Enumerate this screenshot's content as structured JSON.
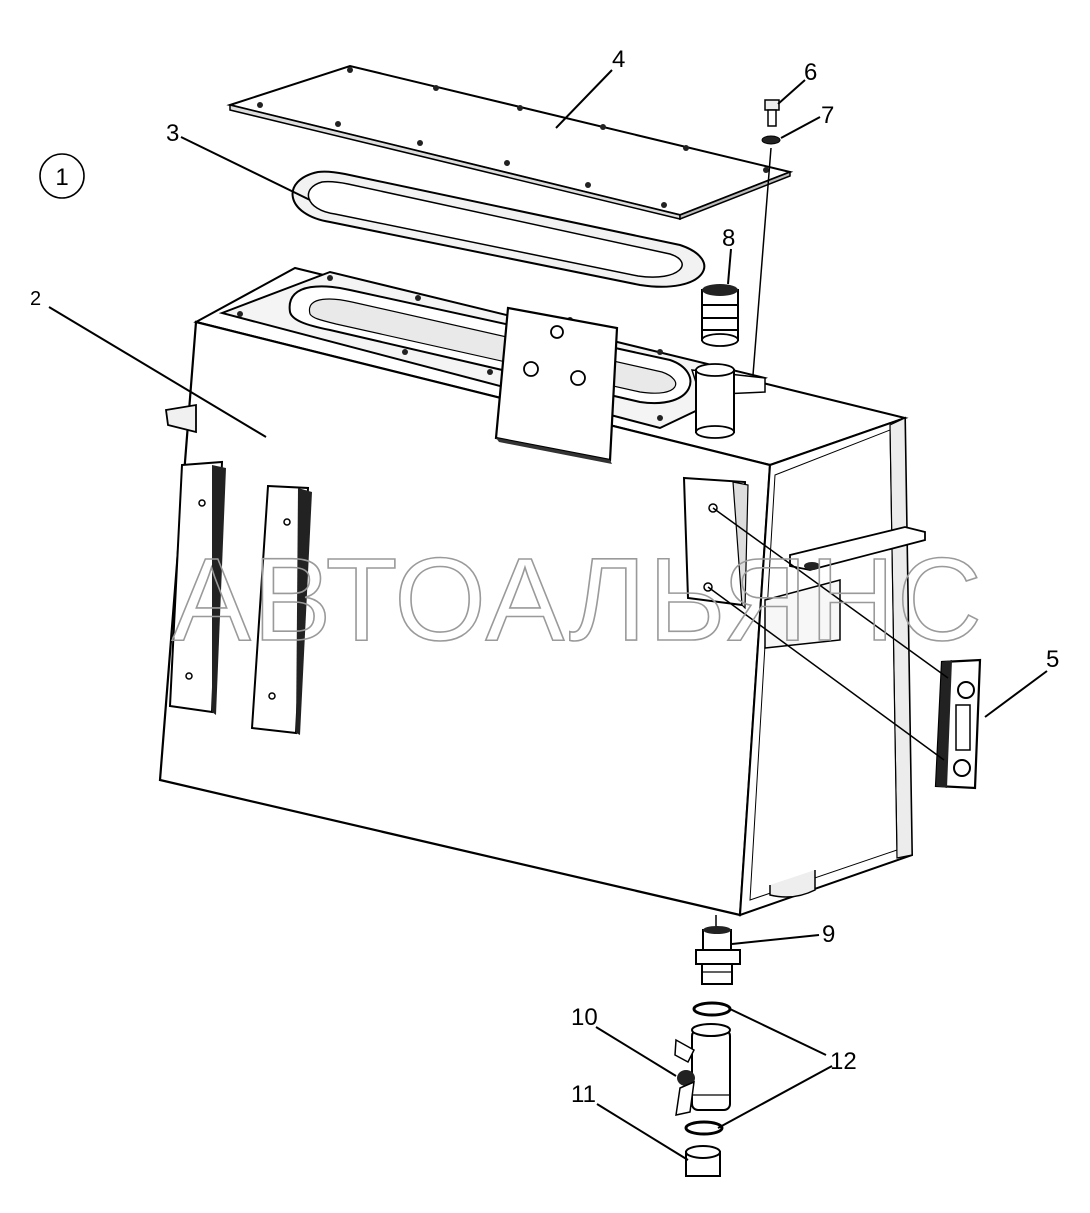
{
  "callouts": {
    "view": "1",
    "p2": "2",
    "p3": "3",
    "p4": "4",
    "p5": "5",
    "p6": "6",
    "p7": "7",
    "p8": "8",
    "p9": "9",
    "p10": "10",
    "p11": "11",
    "p12": "12"
  },
  "watermark": "АВТОАЛЬЯНС"
}
